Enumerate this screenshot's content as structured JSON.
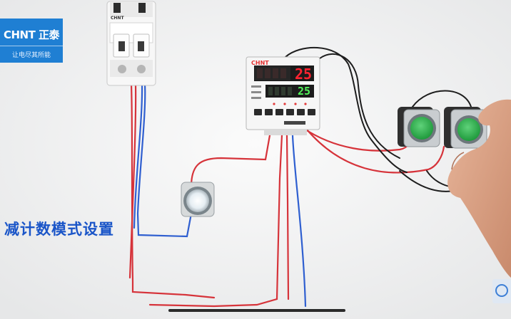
{
  "brand": {
    "name": "CHNT 正泰",
    "slogan": "让电尽其所能"
  },
  "caption": "减计数模式设置",
  "counter_device": {
    "brand": "CHNT",
    "count_display": "25",
    "set_display": "25"
  },
  "breaker": {
    "brand": "CHNT"
  },
  "colors": {
    "brand_blue": "#1f7fd3",
    "caption_blue": "#1a55c8",
    "count_red": "#ff2330",
    "set_green": "#52f25a",
    "button_green": "#2db54a"
  }
}
